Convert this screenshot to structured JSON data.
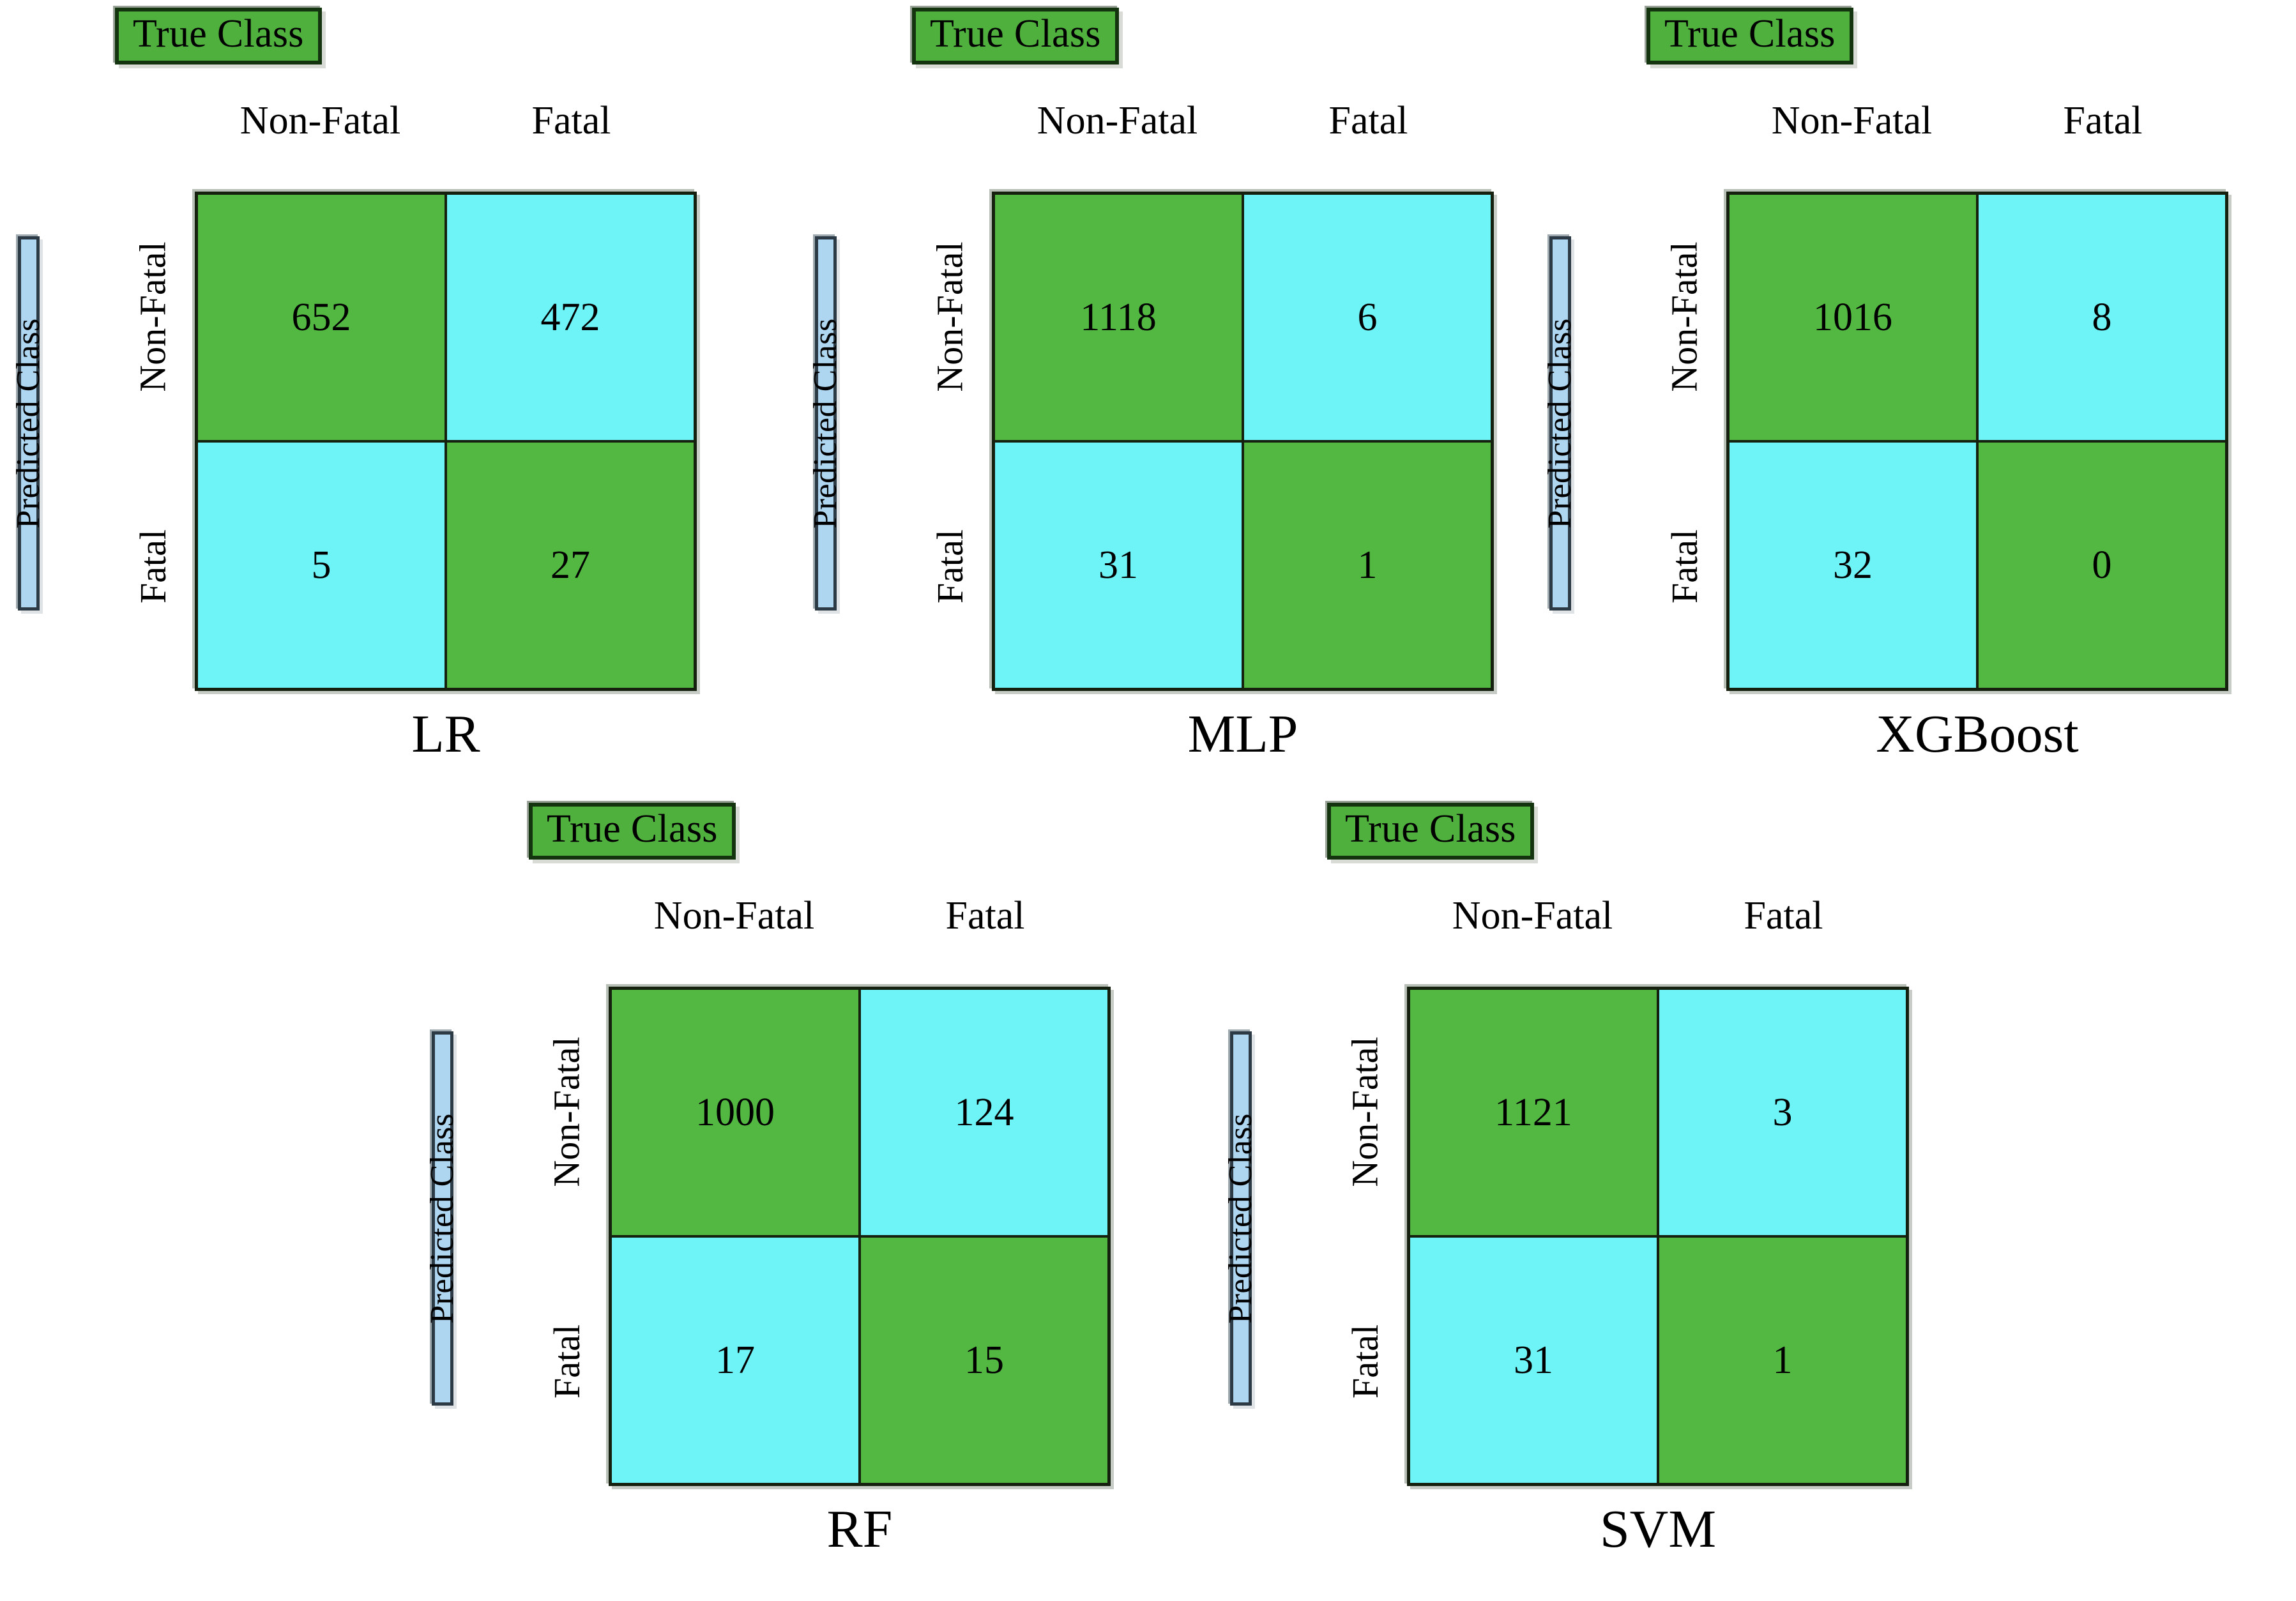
{
  "figure": {
    "type": "confusion-matrix-grid",
    "rows": 2,
    "columns": 3,
    "axis_title_top": "True Class",
    "axis_title_side": "Predicted Class",
    "class_labels": [
      "Non-Fatal",
      "Fatal"
    ],
    "colors": {
      "diagonal_cell": "#53b842",
      "offdiagonal_cell": "#6ef4f7",
      "true_class_banner_bg": "#50b03e",
      "true_class_banner_border": "#14330f",
      "predicted_class_banner_bg": "#aed6f1",
      "predicted_class_banner_border": "#2b3a44",
      "text": "#000000",
      "background": "#ffffff"
    }
  },
  "chart_data": {
    "type": "heatmap",
    "title": "",
    "xlabel": "True Class",
    "ylabel": "Predicted Class",
    "categories": [
      "Non-Fatal",
      "Fatal"
    ],
    "legend": [],
    "grid": false,
    "panels": [
      {
        "model": "LR",
        "matrix": [
          [
            652,
            472
          ],
          [
            5,
            27
          ]
        ],
        "cells": [
          {
            "row": "Non-Fatal",
            "col": "Non-Fatal",
            "value": "652",
            "kind": "diag"
          },
          {
            "row": "Non-Fatal",
            "col": "Fatal",
            "value": "472",
            "kind": "offdiag"
          },
          {
            "row": "Fatal",
            "col": "Non-Fatal",
            "value": "5",
            "kind": "offdiag"
          },
          {
            "row": "Fatal",
            "col": "Fatal",
            "value": "27",
            "kind": "diag"
          }
        ]
      },
      {
        "model": "MLP",
        "matrix": [
          [
            1118,
            6
          ],
          [
            31,
            1
          ]
        ],
        "cells": [
          {
            "row": "Non-Fatal",
            "col": "Non-Fatal",
            "value": "1118",
            "kind": "diag"
          },
          {
            "row": "Non-Fatal",
            "col": "Fatal",
            "value": "6",
            "kind": "offdiag"
          },
          {
            "row": "Fatal",
            "col": "Non-Fatal",
            "value": "31",
            "kind": "offdiag"
          },
          {
            "row": "Fatal",
            "col": "Fatal",
            "value": "1",
            "kind": "diag"
          }
        ]
      },
      {
        "model": "XGBoost",
        "matrix": [
          [
            1016,
            8
          ],
          [
            32,
            0
          ]
        ],
        "cells": [
          {
            "row": "Non-Fatal",
            "col": "Non-Fatal",
            "value": "1016",
            "kind": "diag"
          },
          {
            "row": "Non-Fatal",
            "col": "Fatal",
            "value": "8",
            "kind": "offdiag"
          },
          {
            "row": "Fatal",
            "col": "Non-Fatal",
            "value": "32",
            "kind": "offdiag"
          },
          {
            "row": "Fatal",
            "col": "Fatal",
            "value": "0",
            "kind": "diag"
          }
        ]
      },
      {
        "model": "RF",
        "matrix": [
          [
            1000,
            124
          ],
          [
            17,
            15
          ]
        ],
        "cells": [
          {
            "row": "Non-Fatal",
            "col": "Non-Fatal",
            "value": "1000",
            "kind": "diag"
          },
          {
            "row": "Non-Fatal",
            "col": "Fatal",
            "value": "124",
            "kind": "offdiag"
          },
          {
            "row": "Fatal",
            "col": "Non-Fatal",
            "value": "17",
            "kind": "offdiag"
          },
          {
            "row": "Fatal",
            "col": "Fatal",
            "value": "15",
            "kind": "diag"
          }
        ]
      },
      {
        "model": "SVM",
        "matrix": [
          [
            1121,
            3
          ],
          [
            31,
            1
          ]
        ],
        "cells": [
          {
            "row": "Non-Fatal",
            "col": "Non-Fatal",
            "value": "1121",
            "kind": "diag"
          },
          {
            "row": "Non-Fatal",
            "col": "Fatal",
            "value": "3",
            "kind": "offdiag"
          },
          {
            "row": "Fatal",
            "col": "Non-Fatal",
            "value": "31",
            "kind": "offdiag"
          },
          {
            "row": "Fatal",
            "col": "Fatal",
            "value": "1",
            "kind": "diag"
          }
        ]
      }
    ]
  }
}
